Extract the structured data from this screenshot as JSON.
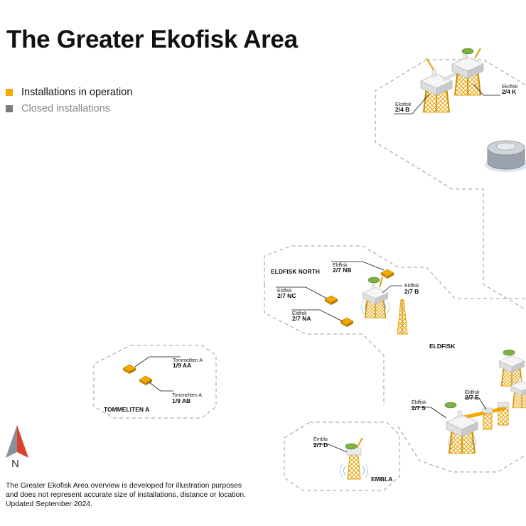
{
  "title": "The Greater Ekofisk Area",
  "legend": {
    "items": [
      {
        "label": "Installations in operation",
        "color": "#f2a900"
      },
      {
        "label": "Closed installations",
        "color": "#7a7a7a"
      }
    ]
  },
  "map": {
    "installations": {
      "ekofisk_2_4_b": {
        "name": "Ekofisk",
        "code": "2/4 B",
        "status": "operation"
      },
      "ekofisk_2_4_k": {
        "name": "Ekofisk",
        "code": "2/4 K",
        "status": "operation"
      },
      "eldfisk_2_7_nb": {
        "name": "Eldfisk",
        "code": "2/7 NB",
        "status": "operation"
      },
      "eldfisk_2_7_nc": {
        "name": "Eldfisk",
        "code": "2/7 NC",
        "status": "operation"
      },
      "eldfisk_2_7_na": {
        "name": "Eldfisk",
        "code": "2/7 NA",
        "status": "operation"
      },
      "eldfisk_2_7_b": {
        "name": "Eldfisk",
        "code": "2/7 B",
        "status": "operation"
      },
      "eldfisk_2_7_s": {
        "name": "Eldfisk",
        "code": "2/7 S",
        "status": "operation"
      },
      "eldfisk_2_7_e": {
        "name": "Eldfisk",
        "code": "2/7 E",
        "status": "operation"
      },
      "tommeliten_1_9_aa": {
        "name": "Tommeliten A",
        "code": "1/9 AA",
        "status": "operation"
      },
      "tommeliten_1_9_ab": {
        "name": "Tommeliten A",
        "code": "1/9 AB",
        "status": "operation"
      },
      "embla_2_7_d": {
        "name": "Embla",
        "code": "2/7 D",
        "status": "operation"
      }
    },
    "areas": {
      "eldfisk_north": "ELDFISK NORTH",
      "eldfisk": "ELDFISK",
      "tommeliten_a": "TOMMELITEN A",
      "embla": "EMBLA"
    }
  },
  "compass": {
    "label": "N"
  },
  "footnote": {
    "lines": [
      "The Greater Ekofisk Area overview is developed for illustration purposes",
      "and does not represent accurate size of installations, distance or location.",
      "Updated September 2024."
    ]
  }
}
